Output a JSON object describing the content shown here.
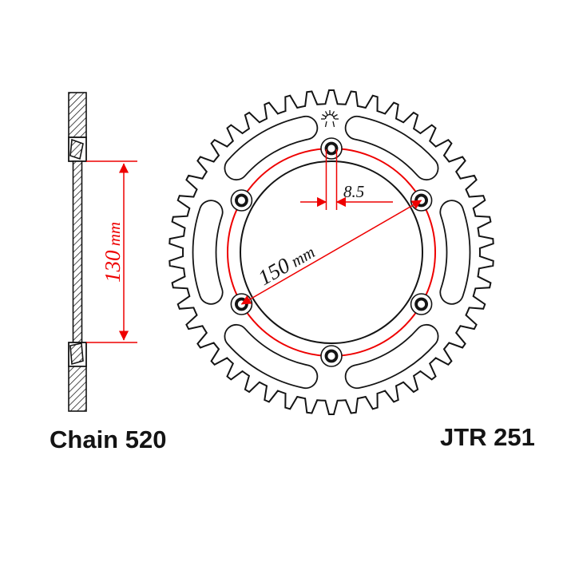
{
  "annotations": {
    "bolt_circle": {
      "value": "150",
      "unit": " mm"
    },
    "side_height": {
      "value": "130",
      "unit": " mm"
    },
    "hole_diameter": "8.5"
  },
  "footer": {
    "chain_size": "Chain 520",
    "part_number": "JTR 251"
  },
  "colors": {
    "dimension_red": "#ee0000",
    "line_black": "#141414",
    "background": "#ffffff"
  }
}
